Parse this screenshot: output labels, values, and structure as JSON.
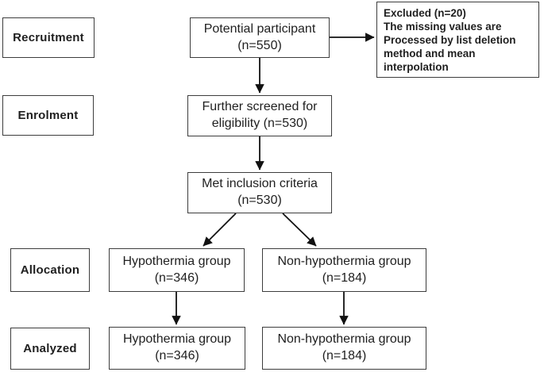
{
  "stages": [
    {
      "label": "Recruitment"
    },
    {
      "label": "Enrolment"
    },
    {
      "label": "Allocation"
    },
    {
      "label": "Analyzed"
    }
  ],
  "nodes": {
    "potential": {
      "line1": "Potential participant",
      "line2": "(n=550)"
    },
    "excluded": {
      "line1": "Excluded (n=20)",
      "line2": "The missing values are",
      "line3": "Processed by list deletion",
      "line4": "method and mean",
      "line5": "interpolation"
    },
    "screened": {
      "line1": "Further screened for",
      "line2": "eligibility (n=530)"
    },
    "inclusion": {
      "line1": "Met inclusion criteria",
      "line2": "(n=530)"
    },
    "alloc_hypothermia": {
      "line1": "Hypothermia group",
      "line2": "(n=346)"
    },
    "alloc_non_hypothermia": {
      "line1": "Non-hypothermia group",
      "line2": "(n=184)"
    },
    "analyzed_hypothermia": {
      "line1": "Hypothermia group",
      "line2": "(n=346)"
    },
    "analyzed_non_hypothermia": {
      "line1": "Non-hypothermia group",
      "line2": "(n=184)"
    }
  },
  "colors": {
    "border": "#3d3d3d",
    "text": "#1f1f1f",
    "arrow": "#111111",
    "background": "#ffffff"
  }
}
